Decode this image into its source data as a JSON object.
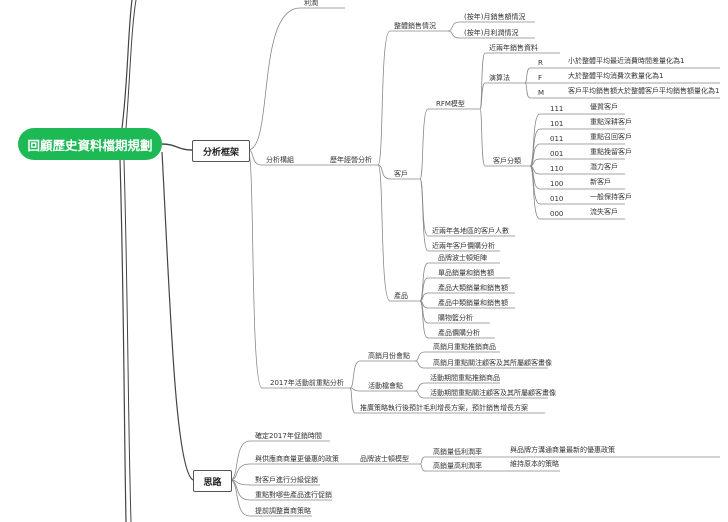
{
  "central": "回顧歷史資料檔期規劃",
  "framework": {
    "label": "分析框架",
    "profit": "利潤",
    "module": "分析構組",
    "history": "歷年經營分析",
    "overall": {
      "label": "整體銷售情況",
      "items": [
        "(按年)月銷售額情況",
        "(按年)月利潤情況"
      ]
    },
    "customer": {
      "label": "客戶",
      "rfm": {
        "label": "RFM模型",
        "data": "近兩年銷售資料",
        "algo": "演算法",
        "rules": [
          {
            "code": "R",
            "desc": "小於整體平均最近消費時間差量化為1"
          },
          {
            "code": "F",
            "desc": "大於整體平均消費次數量化為1"
          },
          {
            "code": "M",
            "desc": "客戶平均銷售額大於整體客戶平均銷售額量化為1"
          }
        ],
        "classify": "客戶分類",
        "classes": [
          {
            "code": "111",
            "label": "優質客戶"
          },
          {
            "code": "101",
            "label": "重點深耕客戶"
          },
          {
            "code": "011",
            "label": "重點召回客戶"
          },
          {
            "code": "001",
            "label": "重點挽留客戶"
          },
          {
            "code": "110",
            "label": "潛力客戶"
          },
          {
            "code": "100",
            "label": "新客戶"
          },
          {
            "code": "010",
            "label": "一般保持客戶"
          },
          {
            "code": "000",
            "label": "流失客戶"
          }
        ]
      },
      "region": "近兩年各地區的客戶人數",
      "value": "近兩年客戶價購分析"
    },
    "product": {
      "label": "產品",
      "items": [
        "品牌波士頓矩陣",
        "單品銷量和銷售額",
        "產品大類銷量和銷售額",
        "產品中類銷量和銷售額",
        "購物籃分析",
        "產品價購分析"
      ]
    },
    "campaign": {
      "label": "2017年活動前重點分析",
      "peak": {
        "label": "高銷月份會點",
        "items": [
          "高銷月重點推銷商品",
          "高銷月重點關注顧客及其所屬顧客畫像"
        ]
      },
      "event": {
        "label": "活動檔會點",
        "items": [
          "活動期間重點推銷商品",
          "活動期間重點關注顧客及其所屬顧客畫像"
        ]
      },
      "promo": "推廣策略執行後預計毛利增長方案，預計銷售增長方案"
    }
  },
  "thinking": {
    "label": "思路",
    "items": [
      "確定2017年促銷時間",
      "與供應商商量更優惠的政策",
      "對客戶進行分級促銷",
      "重點對哪些產品進行促銷",
      "提前調整賣商策略"
    ],
    "model": "品牌波士頓模型",
    "low": {
      "label": "高銷量低利潤率",
      "desc": "與品牌方溝通商量最新的優惠政策"
    },
    "high": {
      "label": "高銷量高利潤率",
      "desc": "維持原本的策略"
    }
  }
}
